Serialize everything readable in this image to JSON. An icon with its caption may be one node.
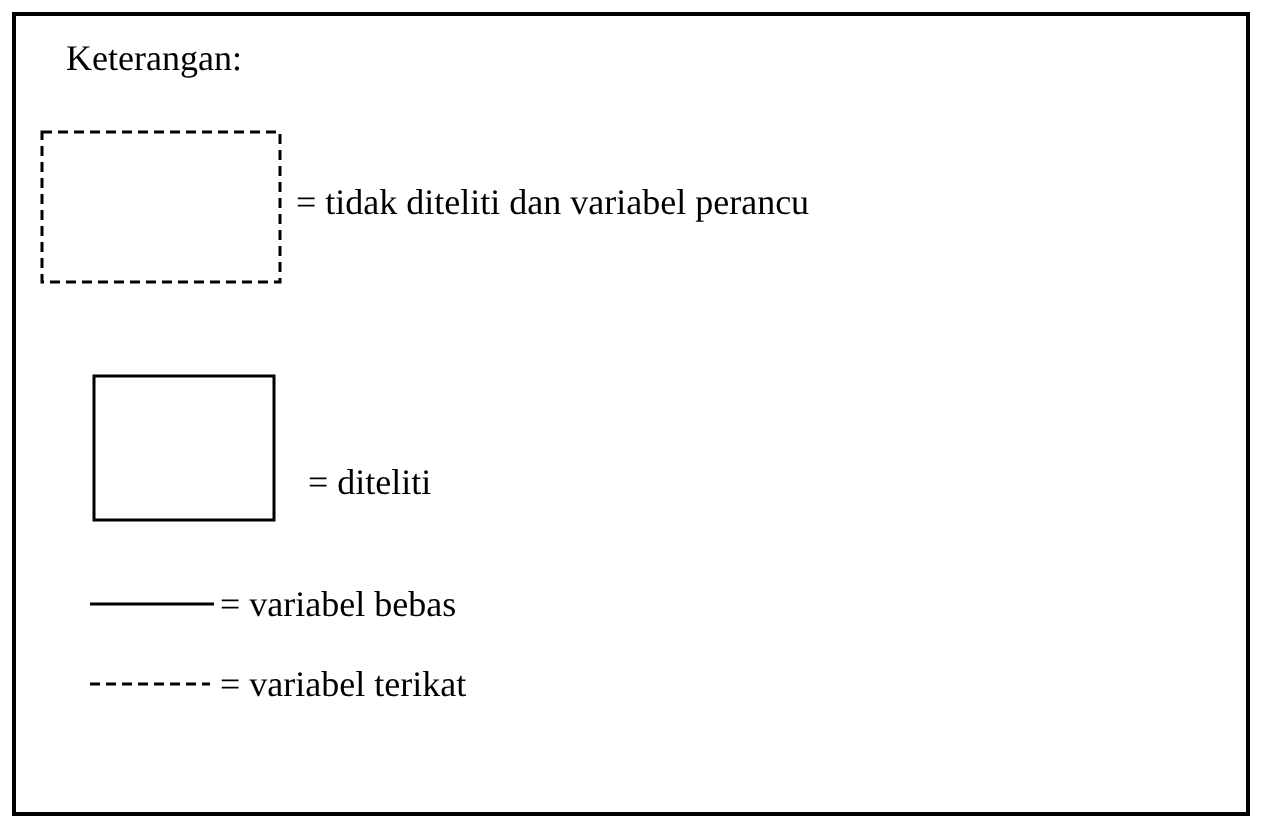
{
  "diagram": {
    "labels": [
      "Keterangan:"
    ],
    "legend": [
      {
        "text": "= tidak diteliti dan variabel perancu"
      },
      {
        "text": "= diteliti"
      },
      {
        "text": "= variabel bebas"
      },
      {
        "text": "= variabel terikat"
      }
    ]
  }
}
